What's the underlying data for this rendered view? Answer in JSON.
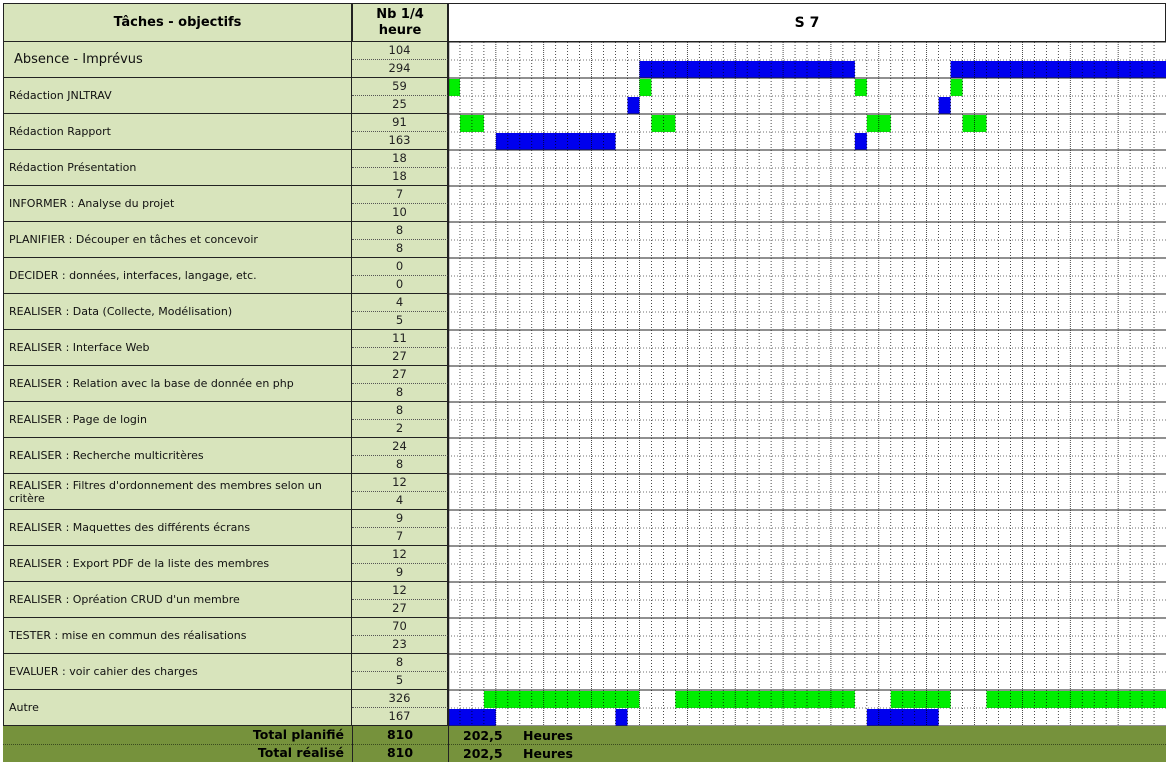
{
  "header": {
    "tasks_label": "Tâches - objectifs",
    "quarter_label_line1": "Nb 1/4",
    "quarter_label_line2": "heure",
    "week_label": "S 7"
  },
  "rows": [
    {
      "task": "Absence - Imprévus",
      "planned": "104",
      "actual": "294",
      "big": true
    },
    {
      "task": "Rédaction JNLTRAV",
      "planned": "59",
      "actual": "25"
    },
    {
      "task": "Rédaction Rapport",
      "planned": "91",
      "actual": "163"
    },
    {
      "task": "Rédaction Présentation",
      "planned": "18",
      "actual": "18"
    },
    {
      "task": "INFORMER : Analyse du projet",
      "planned": "7",
      "actual": "10"
    },
    {
      "task": "PLANIFIER : Découper en tâches et concevoir",
      "planned": "8",
      "actual": "8"
    },
    {
      "task": "DECIDER : données, interfaces, langage, etc.",
      "planned": "0",
      "actual": "0"
    },
    {
      "task": "REALISER : Data (Collecte, Modélisation)",
      "planned": "4",
      "actual": "5"
    },
    {
      "task": "REALISER : Interface Web",
      "planned": "11",
      "actual": "27"
    },
    {
      "task": "REALISER : Relation avec la base de donnée en php",
      "planned": "27",
      "actual": "8"
    },
    {
      "task": "REALISER : Page de login",
      "planned": "8",
      "actual": "2"
    },
    {
      "task": "REALISER : Recherche multicritères",
      "planned": "24",
      "actual": "8"
    },
    {
      "task": "REALISER : Filtres d'ordonnement des membres selon un critère",
      "planned": "12",
      "actual": "4"
    },
    {
      "task": "REALISER : Maquettes des différents écrans",
      "planned": "9",
      "actual": "7"
    },
    {
      "task": "REALISER : Export PDF de la liste des membres",
      "planned": "12",
      "actual": "9"
    },
    {
      "task": "REALISER : Opréation CRUD d'un membre",
      "planned": "12",
      "actual": "27"
    },
    {
      "task": "TESTER : mise en commun des réalisations",
      "planned": "70",
      "actual": "23"
    },
    {
      "task": "EVALUER : voir cahier des charges",
      "planned": "8",
      "actual": "5"
    },
    {
      "task": "Autre",
      "planned": "326",
      "actual": "167"
    }
  ],
  "totals": {
    "planned_label": "Total planifié",
    "planned_value": "810",
    "planned_hours": "202,5",
    "actual_label": "Total réalisé",
    "actual_value": "810",
    "actual_hours": "202,5",
    "unit": "Heures"
  },
  "colors": {
    "planned_bar": "#00ee00",
    "actual_bar": "#0000ee",
    "cell_bg": "#d8e4bc",
    "total_bg": "#76923c"
  },
  "gantt": {
    "slots": 60,
    "bars": [
      {
        "row": 0,
        "kind": "actual",
        "from": 16,
        "to": 34
      },
      {
        "row": 0,
        "kind": "actual",
        "from": 42,
        "to": 60
      },
      {
        "row": 1,
        "kind": "planned",
        "from": 0,
        "to": 1
      },
      {
        "row": 1,
        "kind": "planned",
        "from": 16,
        "to": 17
      },
      {
        "row": 1,
        "kind": "planned",
        "from": 34,
        "to": 35
      },
      {
        "row": 1,
        "kind": "planned",
        "from": 42,
        "to": 43
      },
      {
        "row": 1,
        "kind": "actual",
        "from": 15,
        "to": 16
      },
      {
        "row": 1,
        "kind": "actual",
        "from": 41,
        "to": 42
      },
      {
        "row": 2,
        "kind": "planned",
        "from": 1,
        "to": 3
      },
      {
        "row": 2,
        "kind": "planned",
        "from": 17,
        "to": 19
      },
      {
        "row": 2,
        "kind": "planned",
        "from": 35,
        "to": 37
      },
      {
        "row": 2,
        "kind": "planned",
        "from": 43,
        "to": 45
      },
      {
        "row": 2,
        "kind": "actual",
        "from": 4,
        "to": 14
      },
      {
        "row": 2,
        "kind": "actual",
        "from": 34,
        "to": 35
      },
      {
        "row": 18,
        "kind": "planned",
        "from": 3,
        "to": 16
      },
      {
        "row": 18,
        "kind": "planned",
        "from": 19,
        "to": 34
      },
      {
        "row": 18,
        "kind": "planned",
        "from": 37,
        "to": 42
      },
      {
        "row": 18,
        "kind": "planned",
        "from": 45,
        "to": 60
      },
      {
        "row": 18,
        "kind": "actual",
        "from": 0,
        "to": 4
      },
      {
        "row": 18,
        "kind": "actual",
        "from": 14,
        "to": 15
      },
      {
        "row": 18,
        "kind": "actual",
        "from": 35,
        "to": 41
      }
    ]
  }
}
